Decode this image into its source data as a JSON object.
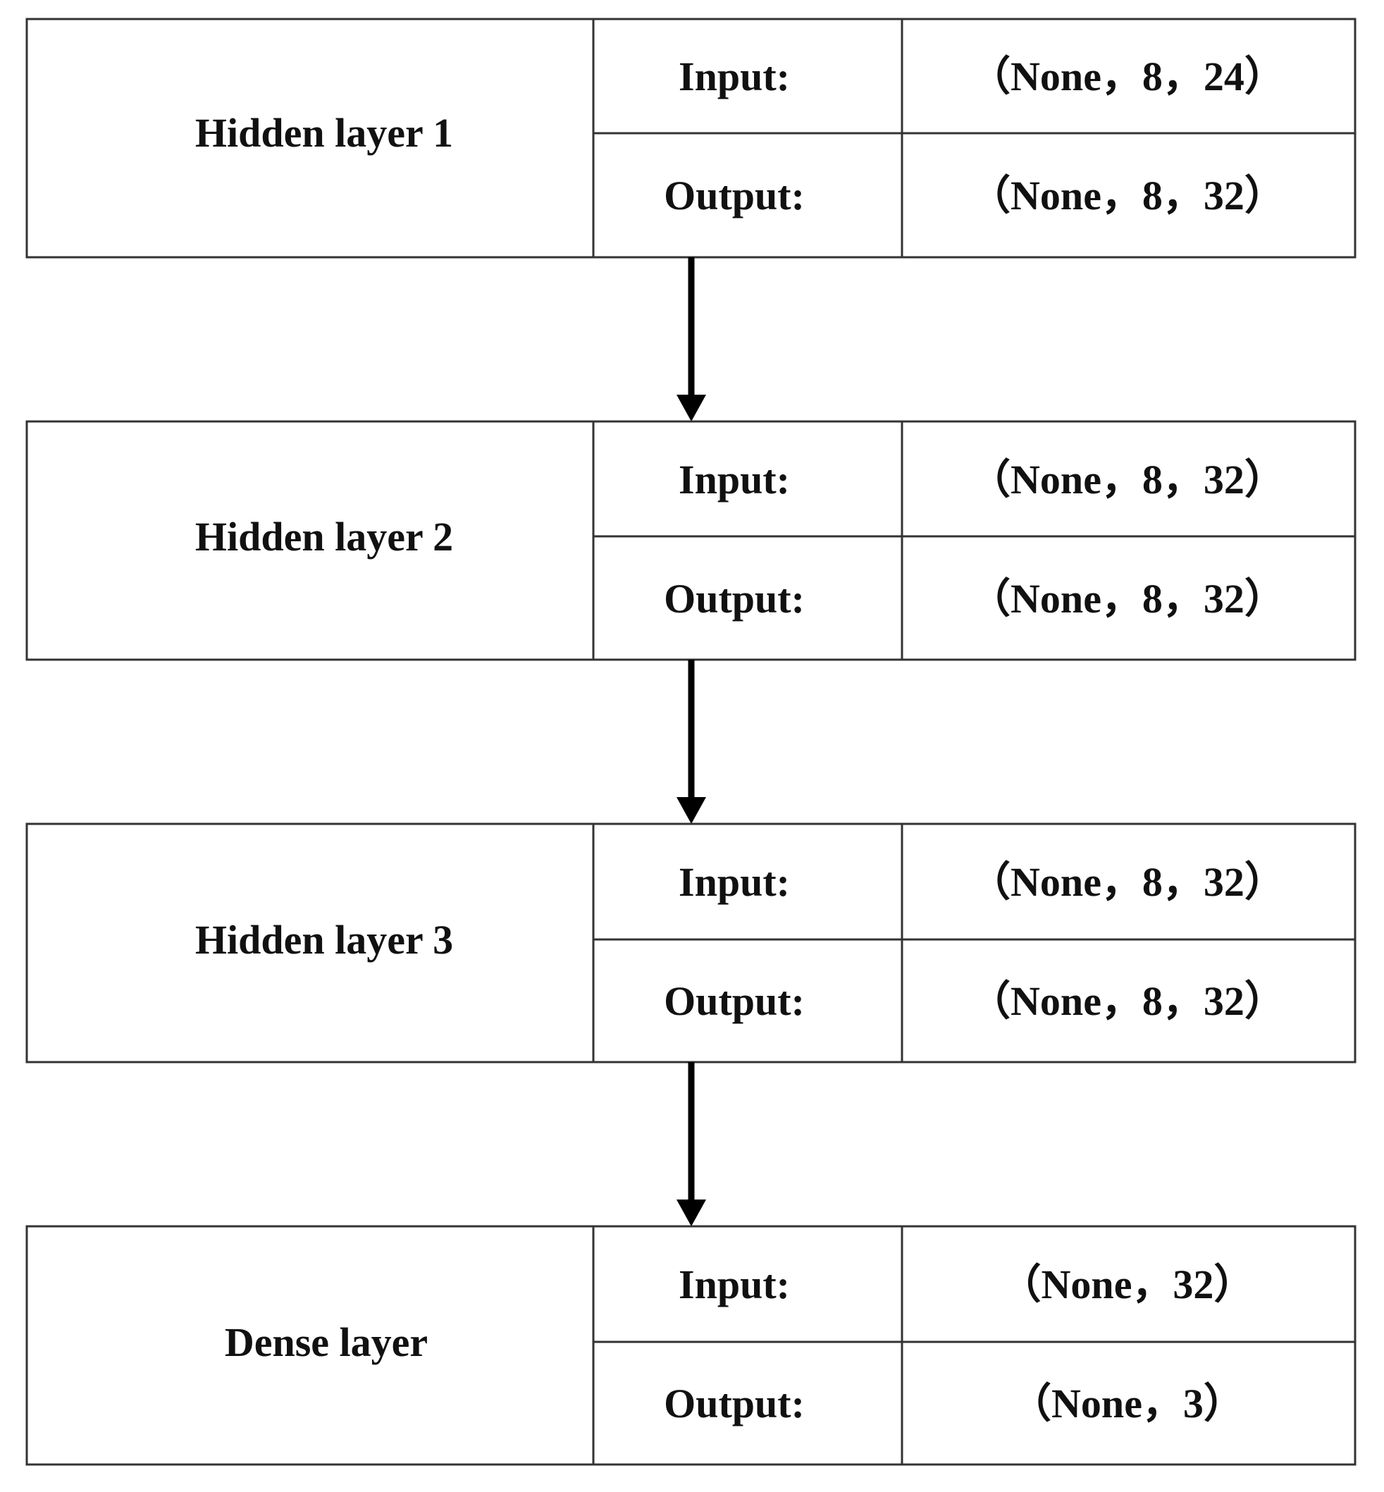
{
  "layers": [
    {
      "name": "Hidden layer 1",
      "input_label": "Input:",
      "input_value": "（None，8，24）",
      "output_label": "Output:",
      "output_value": "（None，8，32）"
    },
    {
      "name": "Hidden layer 2",
      "input_label": "Input:",
      "input_value": "（None，8，32）",
      "output_label": "Output:",
      "output_value": "（None，8，32）"
    },
    {
      "name": "Hidden layer 3",
      "input_label": "Input:",
      "input_value": "（None，8，32）",
      "output_label": "Output:",
      "output_value": "（None，8，32）"
    },
    {
      "name": "Dense layer",
      "input_label": "Input:",
      "input_value": "（None，32）",
      "output_label": "Output:",
      "output_value": "（None，3）"
    }
  ]
}
